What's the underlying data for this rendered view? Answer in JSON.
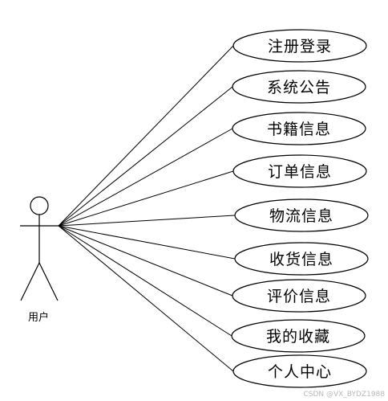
{
  "actor": {
    "label": "用户"
  },
  "use_cases": [
    {
      "label": "注册登录"
    },
    {
      "label": "系统公告"
    },
    {
      "label": "书籍信息"
    },
    {
      "label": "订单信息"
    },
    {
      "label": "物流信息"
    },
    {
      "label": "收货信息"
    },
    {
      "label": "评价信息"
    },
    {
      "label": "我的收藏"
    },
    {
      "label": "个人中心"
    }
  ],
  "watermark": "CSDN @VX_BYDZ1988",
  "colors": {
    "stroke": "#000000",
    "fill": "#ffffff",
    "watermark": "#b8b8b8"
  }
}
